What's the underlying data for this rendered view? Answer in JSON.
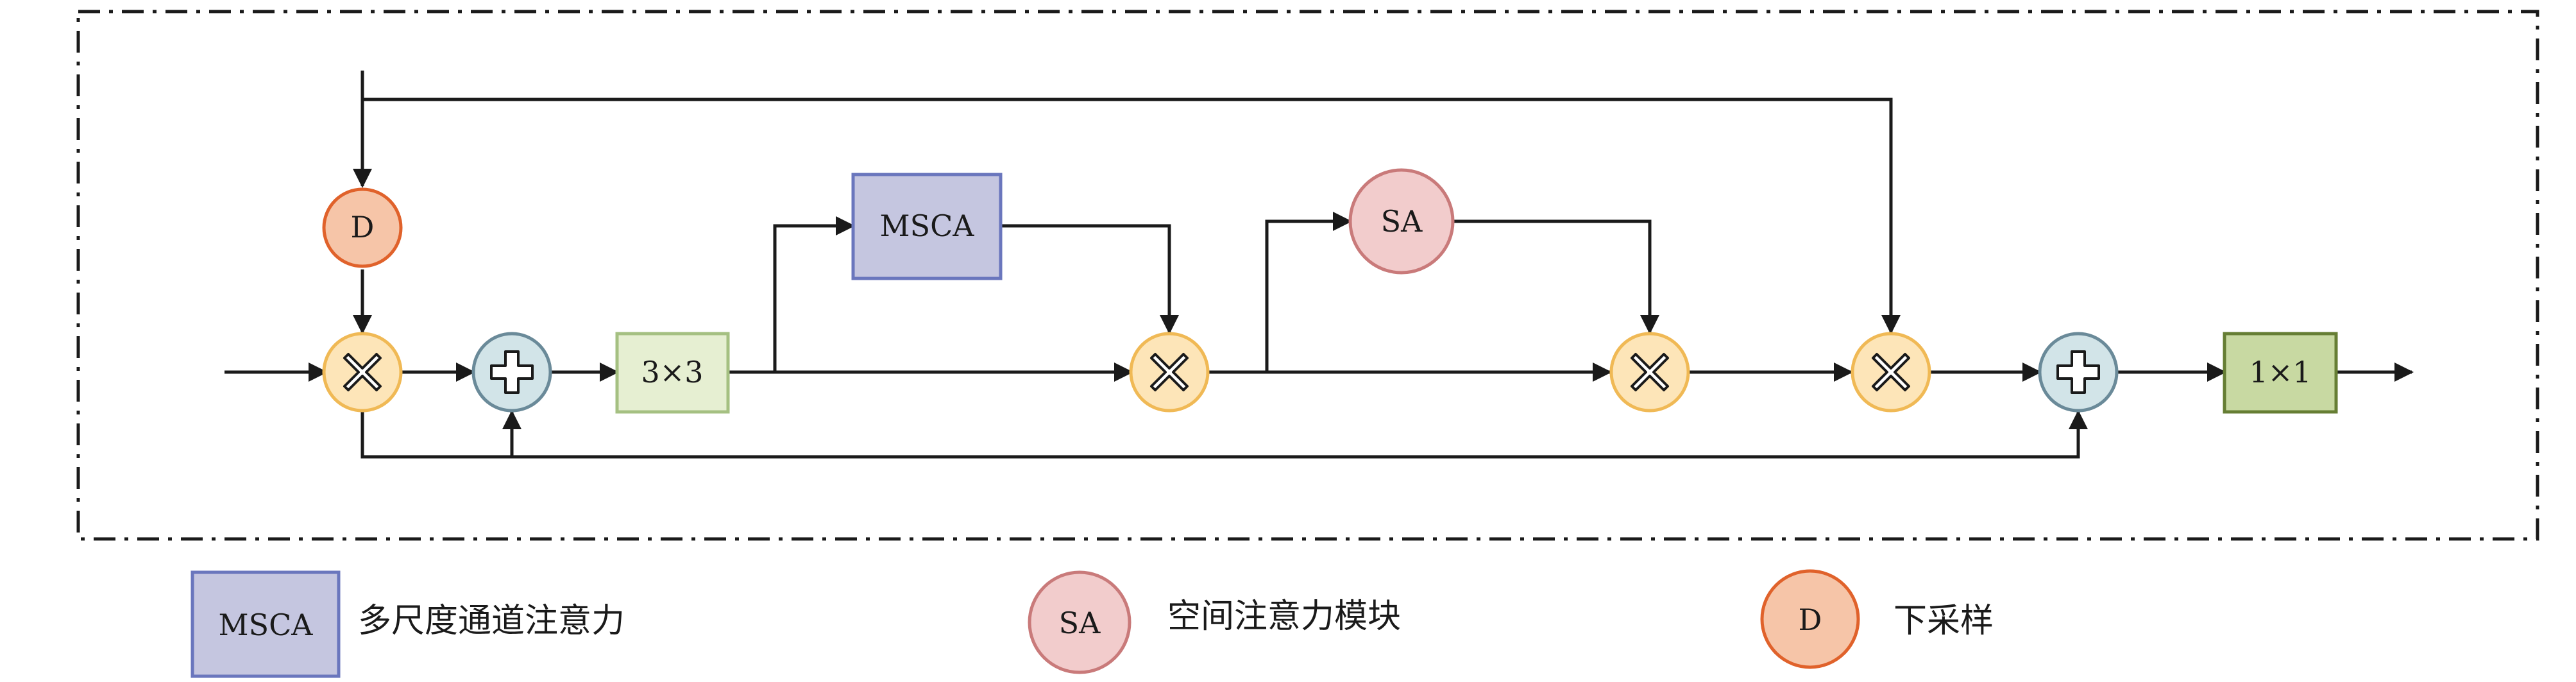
{
  "diagram": {
    "blocks": {
      "msca": "MSCA",
      "sa": "SA",
      "down": "D",
      "conv3": "3×3",
      "conv1": "1×1"
    },
    "legend": [
      {
        "symbol": "MSCA",
        "text": "多尺度通道注意力"
      },
      {
        "symbol": "SA",
        "text": "空间注意力模块"
      },
      {
        "symbol": "D",
        "text": "下采样"
      }
    ]
  },
  "colors": {
    "msca_fill": "#c5c6e0",
    "msca_stroke": "#6a76bd",
    "sa_fill": "#f2cccc",
    "sa_stroke": "#c97a7a",
    "down_fill": "#f6c5a8",
    "down_stroke": "#e0622b",
    "mult_fill": "#fde5b8",
    "mult_stroke": "#f0b955",
    "add_fill": "#d2e4e8",
    "add_stroke": "#6a8a99",
    "conv3_fill": "#e6efd2",
    "conv3_stroke": "#a5c082",
    "conv1_fill": "#c8d9a2",
    "conv1_stroke": "#667e34",
    "line": "#1a1a1a"
  }
}
